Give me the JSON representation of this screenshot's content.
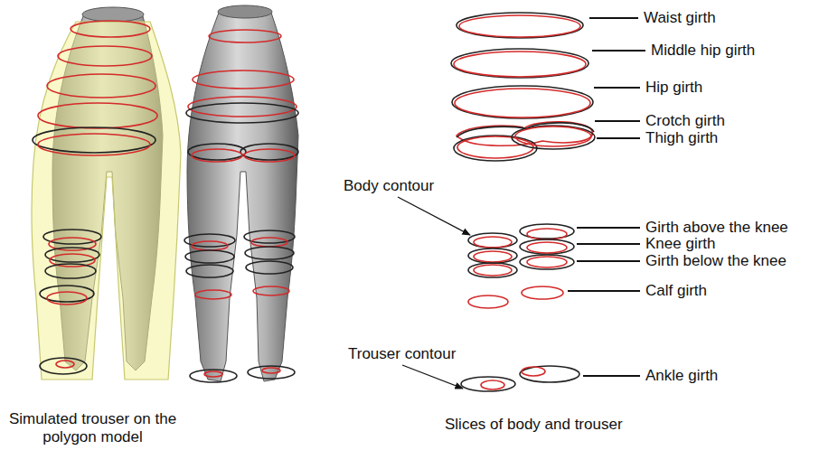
{
  "diagram": {
    "labels": [
      "Waist girth",
      "Middle hip girth",
      "Hip girth",
      "Crotch girth",
      "Thigh girth",
      "Body contour",
      "Girth above the knee",
      "Knee girth",
      "Girth below the knee",
      "Calf girth",
      "Trouser contour",
      "Ankle girth",
      "Simulated trouser on the polygon model",
      "Slices of body and trouser"
    ]
  }
}
